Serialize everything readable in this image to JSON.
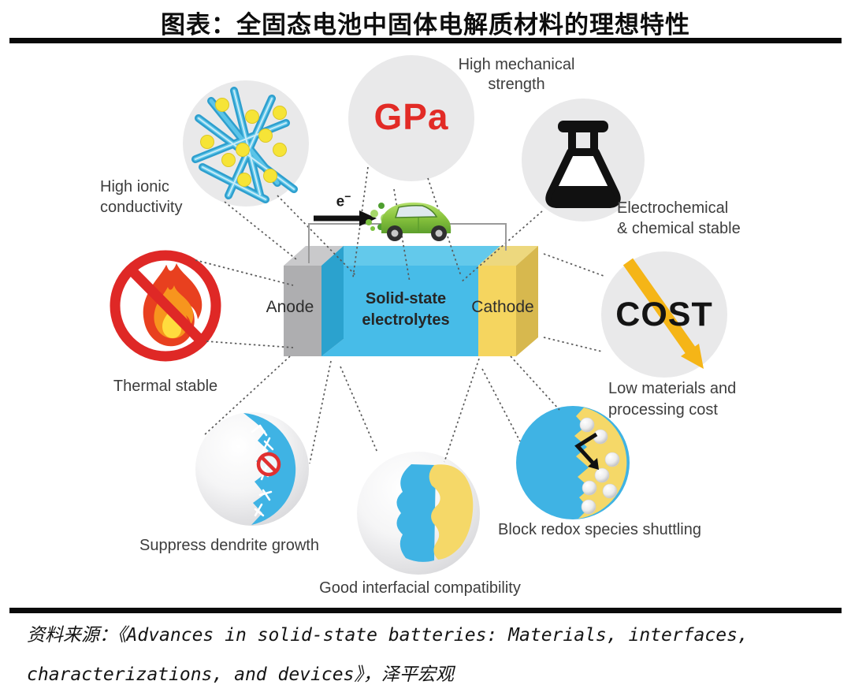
{
  "title": "图表：全固态电池中固体电解质材料的理想特性",
  "source": "资料来源：《Advances in solid-state batteries: Materials, interfaces,\ncharacterizations, and devices》，泽平宏观",
  "battery": {
    "anode_label": "Anode",
    "electrolyte_label": "Solid-state\nelectrolytes",
    "cathode_label": "Cathode",
    "electron_base": "e",
    "electron_sup": "−"
  },
  "badges": {
    "mechanical": "GPa",
    "cost": "COST"
  },
  "features": {
    "ionic_conductivity": "High ionic\nconductivity",
    "mechanical_strength": "High mechanical\nstrength",
    "electrochemical_stability": "Electrochemical\n& chemical stable",
    "thermal_stability": "Thermal stable",
    "low_cost": "Low materials and\nprocessing cost",
    "dendrite": "Suppress dendrite growth",
    "interfacial": "Good interfacial compatibility",
    "redox": "Block redox species shuttling"
  },
  "colors": {
    "electrolyte_blue": "#47bce8",
    "electrolyte_blue_top": "#63c9eb",
    "electrolyte_blue_dark": "#2ba2ce",
    "anode_gray": "#aeaeb0",
    "cathode_yellow": "#f5d55f",
    "circle_gray": "#e9e9ea",
    "accent_red": "#e22b26",
    "cost_arrow_yellow": "#f5b517",
    "car_green": "#8cc63f",
    "feature_blue": "#3fb3e4",
    "feature_yellow": "#f5d868"
  }
}
